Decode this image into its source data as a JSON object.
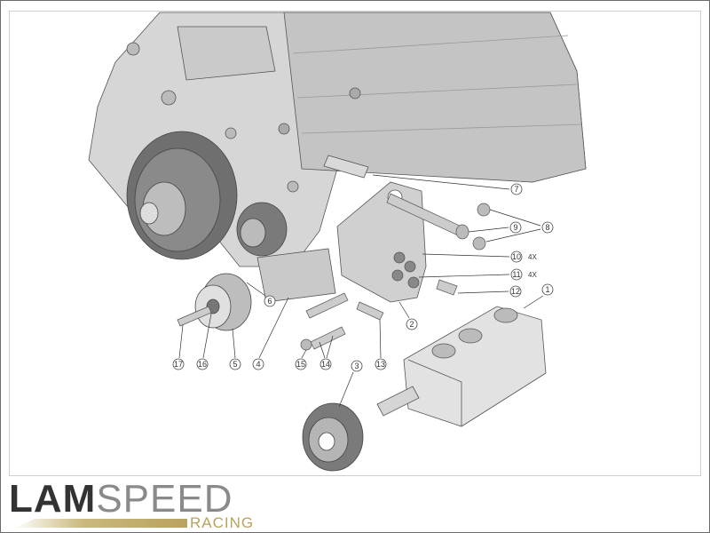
{
  "diagram": {
    "callouts": {
      "c1": "1",
      "c2": "2",
      "c3": "3",
      "c4": "4",
      "c5": "5",
      "c6": "6",
      "c7": "7",
      "c8": "8",
      "c9": "9",
      "c10": "10",
      "c11": "11",
      "c12": "12",
      "c13": "13",
      "c14": "14",
      "c15": "15",
      "c16": "16",
      "c17": "17"
    },
    "qty_10": "4X",
    "qty_11": "4X"
  },
  "logo": {
    "lam": "LAM",
    "speed": "SPEED",
    "racing": "RACING"
  },
  "colors": {
    "brand_gold": "#b9a25e",
    "brand_dark": "#333333"
  }
}
